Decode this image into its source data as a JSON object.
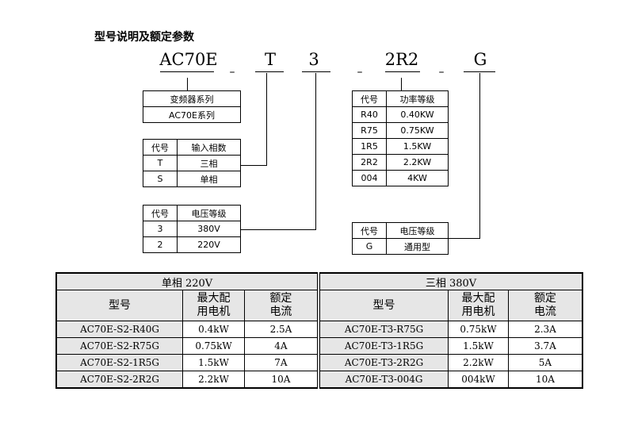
{
  "heading": "型号说明及额定参数",
  "model_code": {
    "series": "AC70E",
    "phase": "T",
    "voltage": "3",
    "power": "2R2",
    "type": "G",
    "separator": "–"
  },
  "series_box": {
    "title": "变频器系列",
    "value": "AC70E系列"
  },
  "phase_box": {
    "headers": [
      "代号",
      "输入相数"
    ],
    "rows": [
      [
        "T",
        "三相"
      ],
      [
        "S",
        "单相"
      ]
    ]
  },
  "voltage_box": {
    "headers": [
      "代号",
      "电压等级"
    ],
    "rows": [
      [
        "3",
        "380V"
      ],
      [
        "2",
        "220V"
      ]
    ]
  },
  "power_box": {
    "headers": [
      "代号",
      "功率等级"
    ],
    "rows": [
      [
        "R40",
        "0.40KW"
      ],
      [
        "R75",
        "0.75KW"
      ],
      [
        "1R5",
        "1.5KW"
      ],
      [
        "2R2",
        "2.2KW"
      ],
      [
        "004",
        "4KW"
      ]
    ]
  },
  "type_box": {
    "headers": [
      "代号",
      "电压等级"
    ],
    "rows": [
      [
        "G",
        "通用型"
      ]
    ]
  },
  "rating_table": {
    "group_left": "单相 220V",
    "group_right": "三相 380V",
    "col_model": "型号",
    "col_motor": [
      "最大配",
      "用电机"
    ],
    "col_current": [
      "额定",
      "电流"
    ],
    "rows": [
      [
        "AC70E-S2-R40G",
        "0.4kW",
        "2.5A",
        "AC70E-T3-R75G",
        "0.75kW",
        "2.3A"
      ],
      [
        "AC70E-S2-R75G",
        "0.75kW",
        "4A",
        "AC70E-T3-1R5G",
        "1.5kW",
        "3.7A"
      ],
      [
        "AC70E-S2-1R5G",
        "1.5kW",
        "7A",
        "AC70E-T3-2R2G",
        "2.2kW",
        "5A"
      ],
      [
        "AC70E-S2-2R2G",
        "2.2kW",
        "10A",
        "AC70E-T3-004G",
        "004kW",
        "10A"
      ]
    ]
  }
}
